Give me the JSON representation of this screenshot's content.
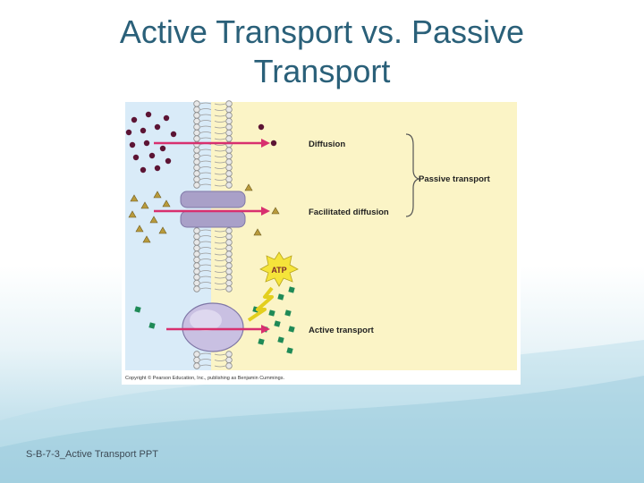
{
  "slide": {
    "title_line1": "Active Transport vs. Passive",
    "title_line2": "Transport",
    "footer": "S-B-7-3_Active Transport PPT"
  },
  "figure": {
    "labels": {
      "diffusion": "Diffusion",
      "facilitated": "Facilitated diffusion",
      "active": "Active transport",
      "passive_group": "Passive transport",
      "atp": "ATP"
    },
    "copyright": "Copyright © Pearson Education, Inc., publishing as Benjamin Cummings.",
    "colors": {
      "outside": "#d9ebf8",
      "inside": "#fbf4c6",
      "arrow": "#d8306f",
      "particle_dot": "#5c1434",
      "particle_triangle": "#b89a3c",
      "particle_square": "#1f8a57",
      "protein": "#a9a0c8",
      "atp_star": "#f5e43a"
    }
  }
}
